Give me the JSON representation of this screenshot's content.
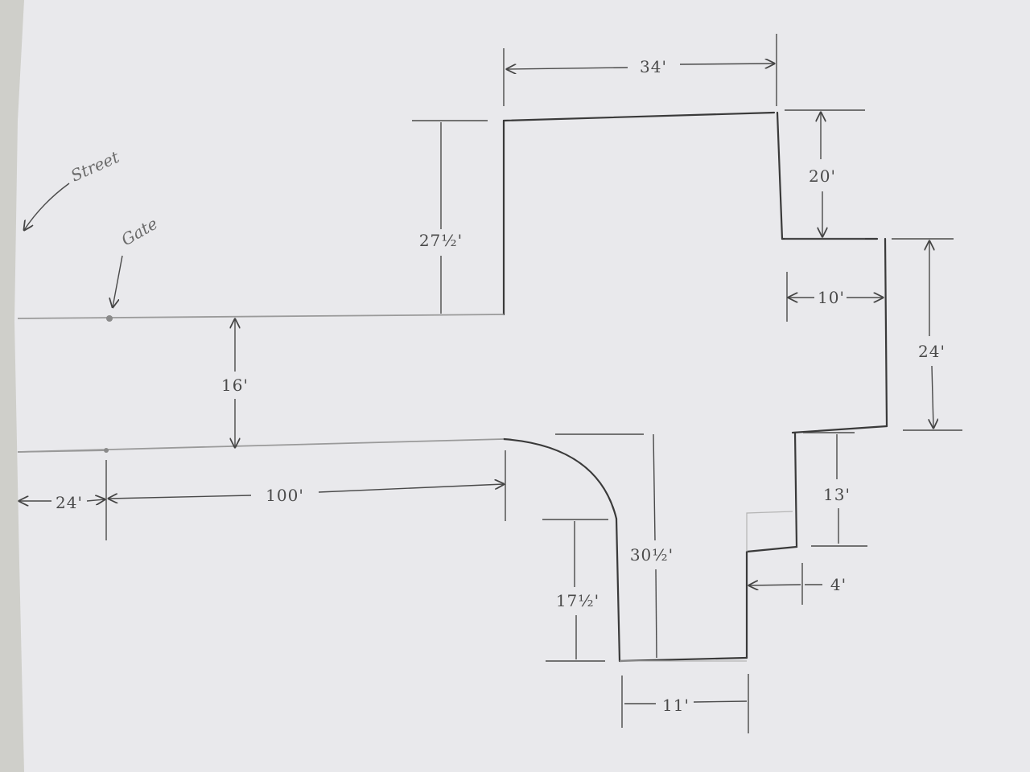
{
  "annotations": {
    "street": "Street",
    "gate": "Gate"
  },
  "dimensions": {
    "top_width": "34'",
    "right_upper_height": "20'",
    "left_upper_height": "27½'",
    "inset_width": "10'",
    "right_lower_height": "24'",
    "driveway_width": "16'",
    "street_to_gate": "24'",
    "gate_to_curve": "100'",
    "notch_height": "13'",
    "curve_height": "30½'",
    "lower_left_height": "17½'",
    "notch_width": "4'",
    "bottom_width": "11'"
  },
  "colors": {
    "paper": "#e9e9ec",
    "line_dark": "#3a3a3a",
    "line_light": "#9a9a9a",
    "background": "#cfcfca"
  }
}
